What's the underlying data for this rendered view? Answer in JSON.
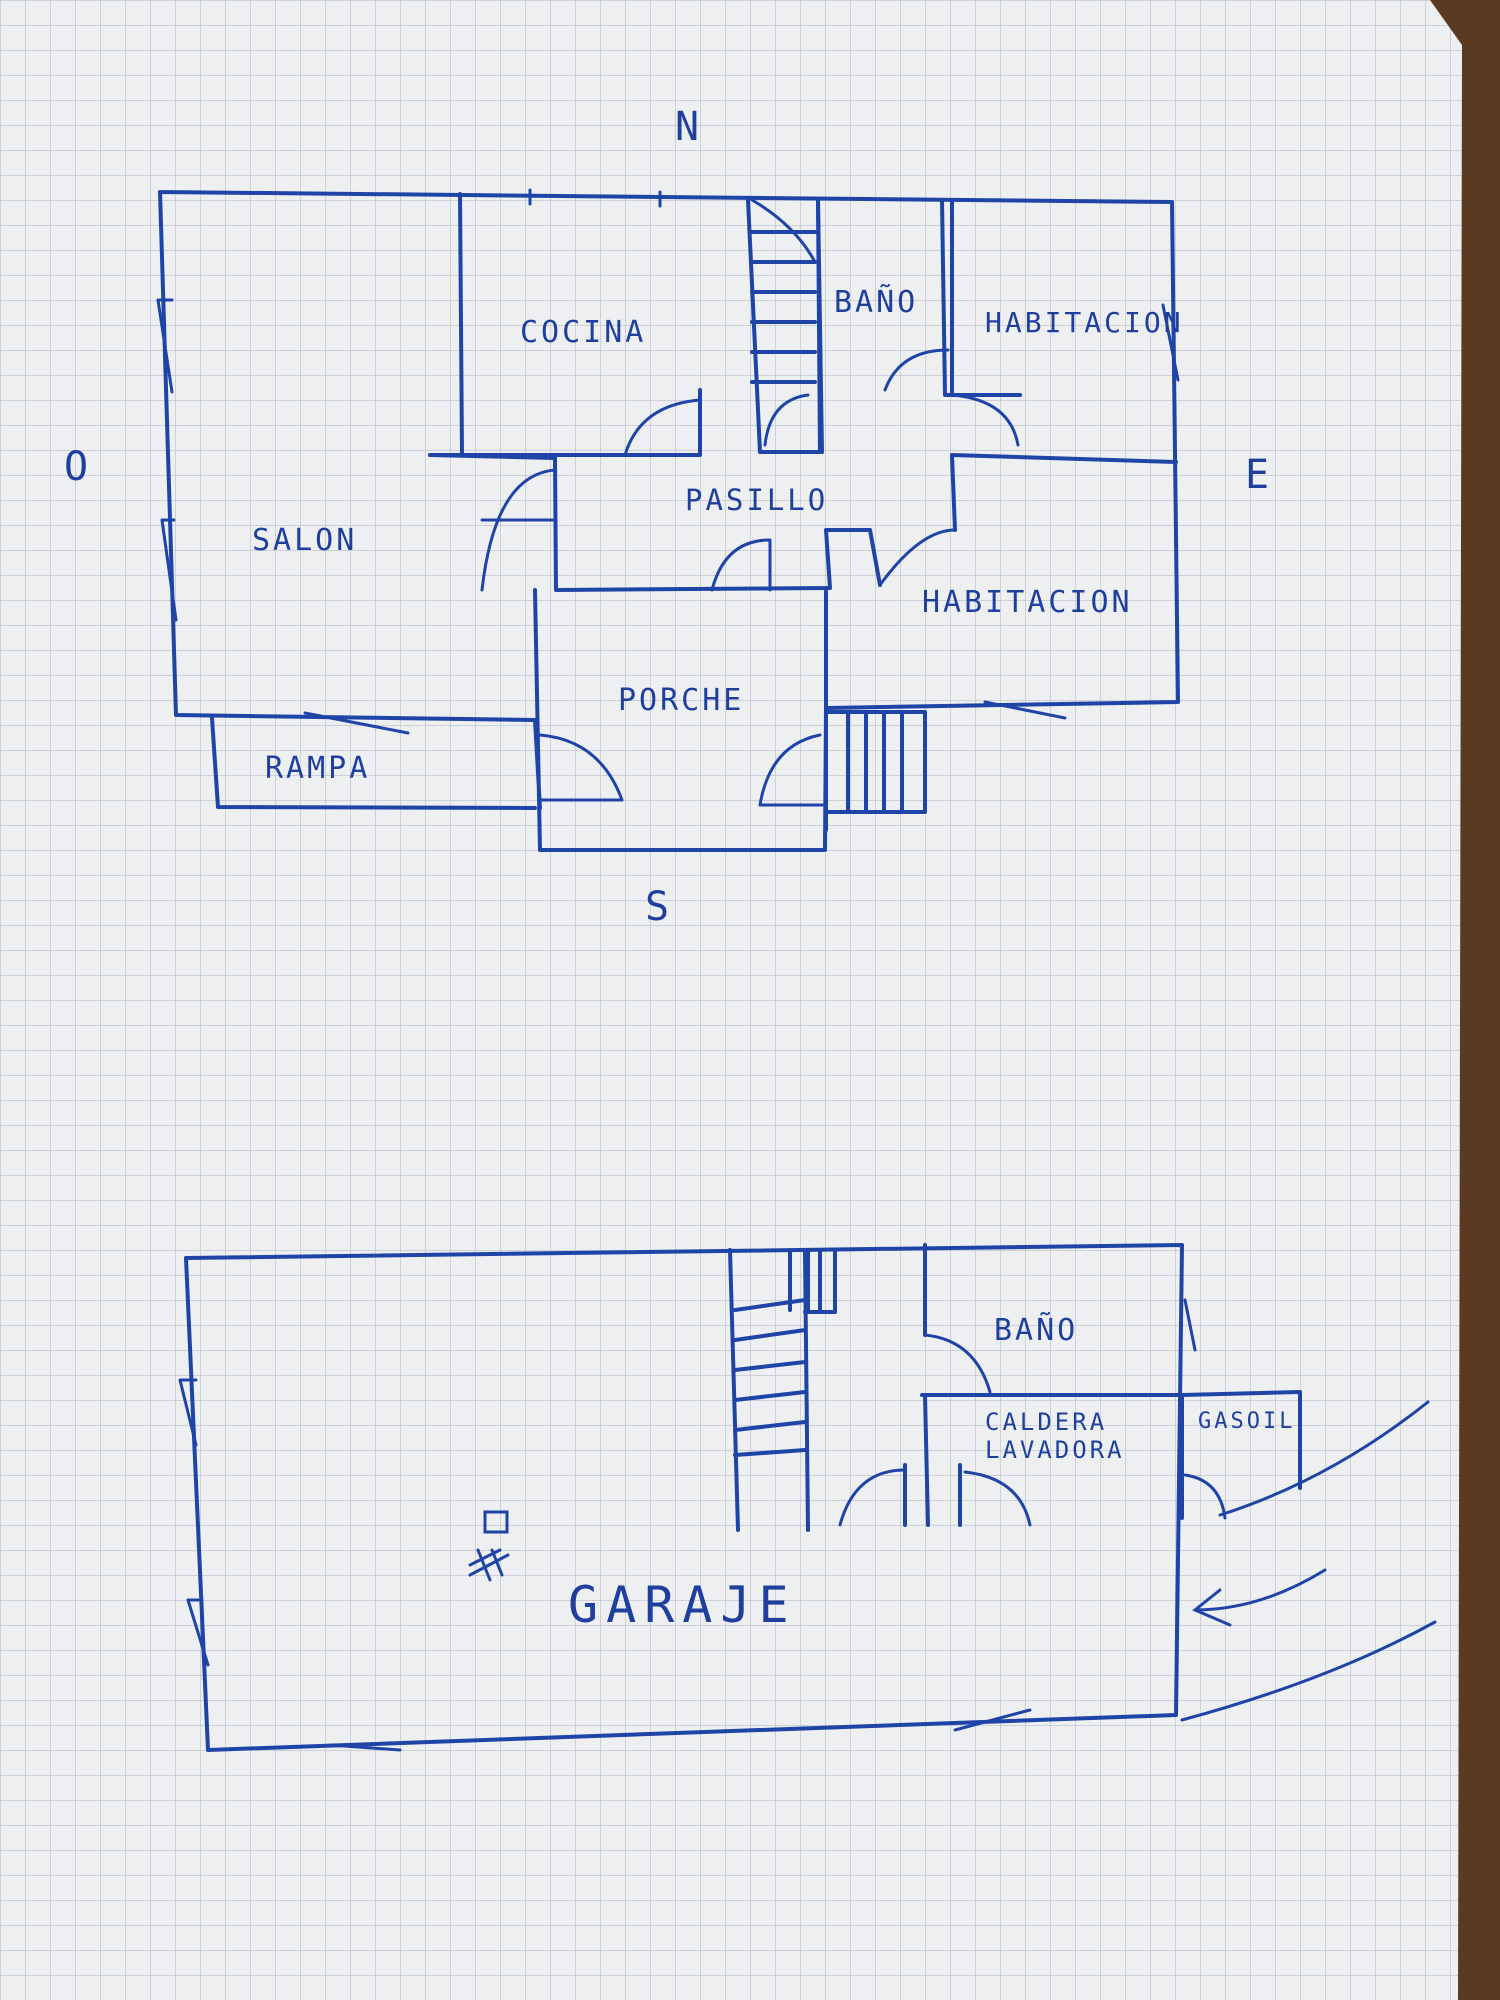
{
  "compass": {
    "north": "N",
    "south": "S",
    "east": "E",
    "west": "O"
  },
  "ground_floor": {
    "rooms": {
      "salon": "SALON",
      "cocina": "COCINA",
      "bano": "BAÑO",
      "habitacion_1": "HABITACION",
      "pasillo": "PASILLO",
      "habitacion_2": "HABITACION",
      "porche": "PORCHE",
      "rampa": "RAMPA"
    }
  },
  "basement": {
    "rooms": {
      "bano": "BAÑO",
      "caldera": "CALDERA",
      "lavadora": "LAVADORA",
      "gasoil": "GASOIL",
      "garaje": "GARAJE"
    }
  },
  "colors": {
    "ink": "#1f44a8",
    "paper": "#eeeff1",
    "grid": "#b9bec8",
    "table": "#5b3a22"
  }
}
